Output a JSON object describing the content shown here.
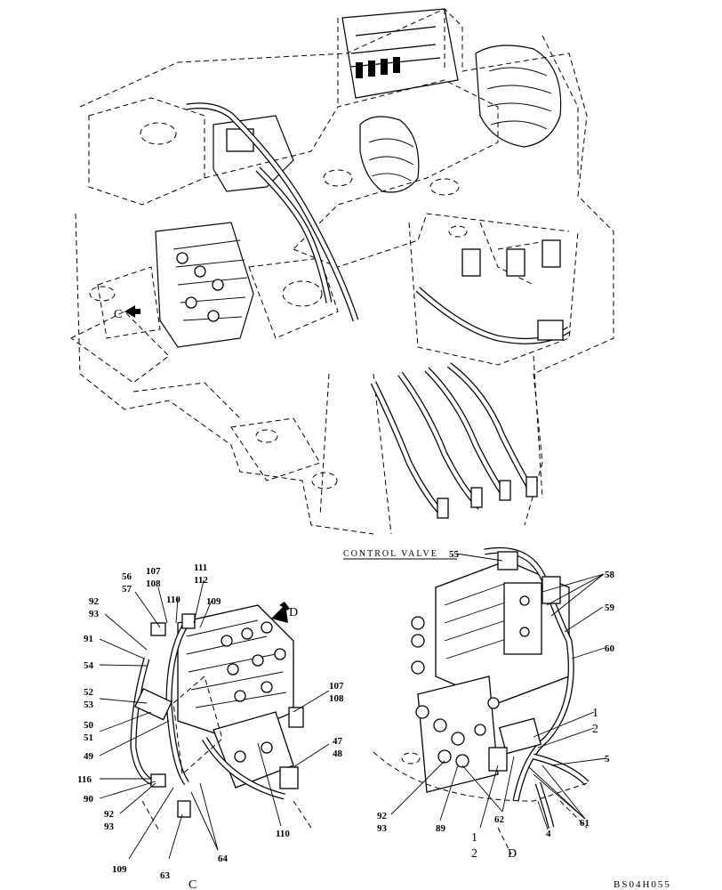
{
  "drawing_code": "BS04H055",
  "views": {
    "main": {
      "arrow_label": "C"
    },
    "detail_c": {
      "caption": "C",
      "arrow_label": "D",
      "callouts": [
        "56",
        "57",
        "107",
        "108",
        "111",
        "112",
        "110",
        "109",
        "92",
        "93",
        "91",
        "54",
        "52",
        "53",
        "50",
        "51",
        "49",
        "116",
        "90",
        "92",
        "93",
        "109",
        "63",
        "64",
        "110",
        "107",
        "108",
        "47",
        "48"
      ]
    },
    "detail_d": {
      "caption": "D",
      "header": "CONTROL VALVE",
      "callouts": [
        "55",
        "58",
        "59",
        "60",
        "1",
        "2",
        "5",
        "61",
        "4",
        "62",
        "89",
        "92",
        "93",
        "1",
        "2"
      ]
    }
  }
}
